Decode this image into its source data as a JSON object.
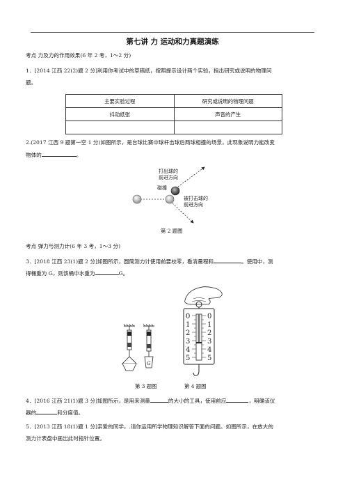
{
  "header": {
    "title": "第七讲  力  运动和力真题演练"
  },
  "section1": {
    "heading": "考点  力及力的作用效果(6 年 2 考，1～2 分)"
  },
  "q1": {
    "line1": "1．[2014 江西 22(2)题 2 分]利用你考试中的草稿纸，按照提示设计两个实验，指出研究或说明的物理问",
    "line2": "题。",
    "table": {
      "headers": [
        "主要实验过程",
        "研究或说明的物理问题"
      ],
      "rows": [
        [
          "抖动纸张",
          "声音的产生"
        ],
        [
          "",
          ""
        ]
      ]
    }
  },
  "q2": {
    "line1": "2.(2017 江西 9 题第一空 1 分)如图所示，是台球比赛中球杆击球后两球相撞的场景，此现象说明力能改变",
    "line2_pre": "物体的",
    "line2_post": "。",
    "figure": {
      "label_forward1": "打出球的",
      "label_forward2": "前进方向",
      "label_collide": "碰撞",
      "label_hit1": "被打击球的",
      "label_hit2": "前进方向",
      "caption": "第 2 题图"
    }
  },
  "section2": {
    "heading": "考点  弹力与测力计(6 年 3 考，1～3 分)"
  },
  "q3": {
    "line1_pre": "3．[2018 江西 23(1)题 2 分]如图所示，圆筒测力计使用前要校零，看清量程和",
    "line1_post": "。使用中，测",
    "line2_pre": "得桶重为 G，则该桶中水重为",
    "line2_post": "G。"
  },
  "figures34": {
    "g_label": "G",
    "scale_left": [
      "0",
      "1",
      "2",
      "3",
      "4",
      "5"
    ],
    "scale_right": [
      "0",
      "1",
      "2",
      "3",
      "4",
      "5"
    ],
    "caption3": "第 3 题图",
    "caption4": "第 4 题图"
  },
  "q4": {
    "line1_pre": "4．[2016 江西 21(1)题 3 分]如图所示，是用来测量",
    "line1_mid": "的大小的工具，使用前应",
    "line1_post": "，明确该仪",
    "line2_pre": "器的",
    "line2_post": "和分度值。"
  },
  "q5": {
    "line1": "5．[2013 江西 18(1)题 1 分]亲爱的同学，.请你运用所学物理知识解答下面的问题。如图所示，在放大的",
    "line2": "测力计表盘中画出此时指针位置。"
  }
}
